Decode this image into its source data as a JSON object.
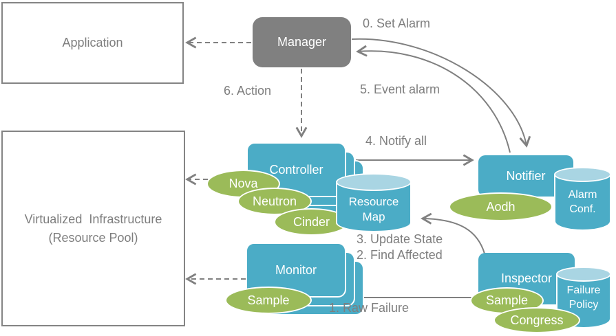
{
  "nodes": {
    "application": {
      "label": "Application"
    },
    "virtualized_infrastructure": {
      "line1": "Virtualized  Infrastructure",
      "line2": "(Resource Pool)"
    },
    "manager": {
      "label": "Manager"
    },
    "controller": {
      "label": "Controller",
      "plugins": [
        "Nova",
        "Neutron",
        "Cinder"
      ]
    },
    "monitor": {
      "label": "Monitor",
      "plugins": [
        "Sample"
      ]
    },
    "notifier": {
      "label": "Notifier",
      "plugins": [
        "Aodh"
      ],
      "datastore": {
        "line1": "Alarm",
        "line2": "Conf."
      }
    },
    "inspector": {
      "label": "Inspector",
      "plugins": [
        "Sample",
        "Congress"
      ],
      "datastore": {
        "line1": "Failure",
        "line2": "Policy"
      }
    },
    "resource_map": {
      "line1": "Resource",
      "line2": "Map"
    }
  },
  "flow_labels": {
    "step0": "0. Set Alarm",
    "step1": "1. Raw Failure",
    "step2": "2. Find Affected",
    "step3": "3. Update State",
    "step4": "4. Notify all",
    "step5": "5. Event alarm",
    "step6": "6. Action"
  },
  "colors": {
    "node_blue": "#4BACC6",
    "cylinder_top_blue": "#A9D5E3",
    "plugin_green": "#9BBB59",
    "manager_gray": "#808080",
    "connector_gray": "#808080",
    "text_gray": "#7E7E7E"
  }
}
